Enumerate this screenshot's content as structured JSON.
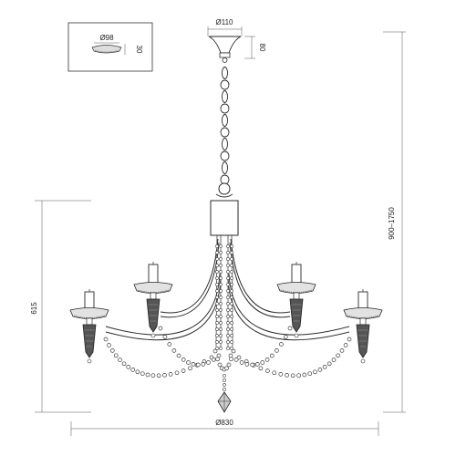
{
  "dimensions": {
    "canopy_diameter": "Ø110",
    "canopy_height": "80",
    "detail_diameter": "Ø98",
    "detail_height": "30",
    "overall_height": "900–1750",
    "body_height": "615",
    "overall_width": "Ø830"
  },
  "colors": {
    "line": "#2a2a2a",
    "dim_line": "#555555",
    "bead": "#3a3a3a",
    "background": "#ffffff"
  }
}
